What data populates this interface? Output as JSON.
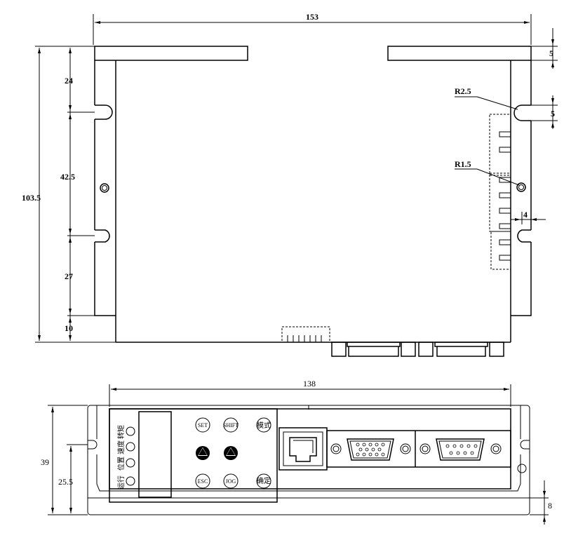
{
  "top_view": {
    "dims": {
      "width_total": "153",
      "height_total": "103.5",
      "seg_top": "24",
      "seg_mid": "42.5",
      "seg_low": "27",
      "seg_bottom": "10",
      "flange_thickness": "5",
      "slot_height": "5",
      "slot_depth": "4",
      "radius_slot": "R2.5",
      "radius_hole": "R1.5"
    }
  },
  "front_view": {
    "dims": {
      "width": "138",
      "height": "39",
      "slot_height": "25.5",
      "foot_height": "8"
    },
    "labels": {
      "row1": "转矩",
      "row2": "速度",
      "row3": "位置",
      "row4": "运行",
      "btn_set": "SET",
      "btn_shift": "SHIFT",
      "btn_mode": "模式",
      "btn_esc": "ESC",
      "btn_jog": "JOG",
      "btn_enter": "确定"
    }
  }
}
